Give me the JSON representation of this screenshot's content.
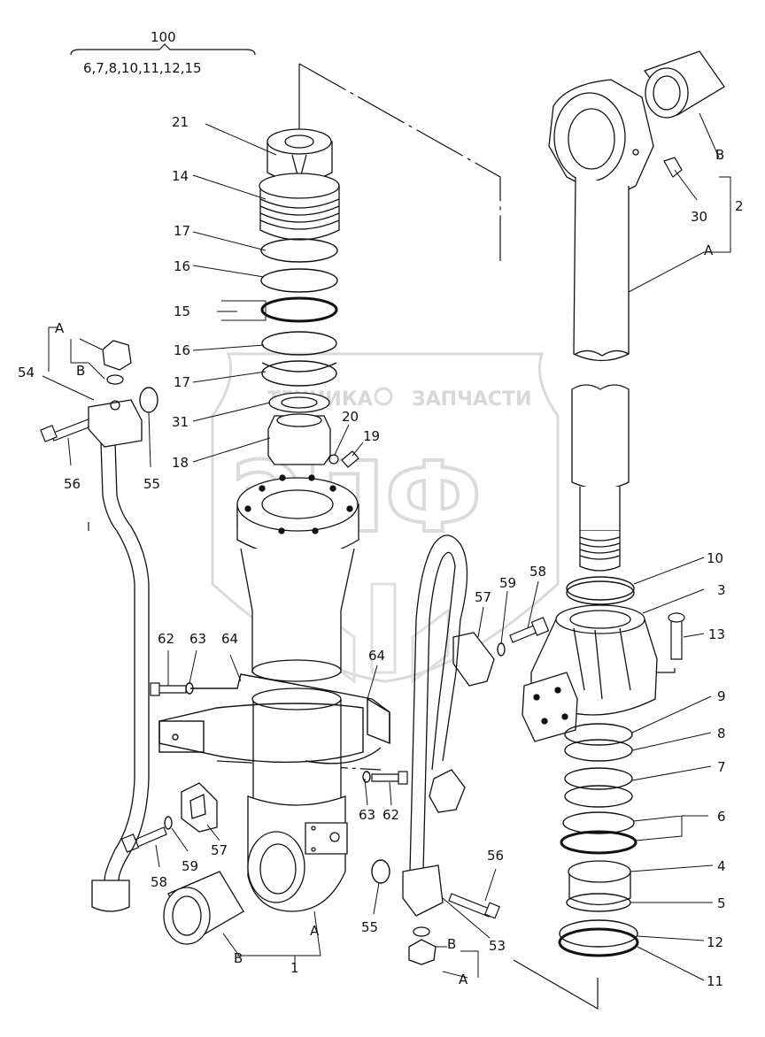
{
  "group_header": {
    "number": "100",
    "members": "6,7,8,10,11,12,15"
  },
  "watermark": {
    "left_word": "ТЕХНИКА",
    "right_word": "ЗАПЧАСТИ",
    "logo": "ЭПФ"
  },
  "callouts": {
    "c1": "1",
    "c2": "2",
    "c3": "3",
    "c4": "4",
    "c5": "5",
    "c6": "6",
    "c7": "7",
    "c8": "8",
    "c9": "9",
    "c10": "10",
    "c11": "11",
    "c12": "12",
    "c13": "13",
    "c14": "14",
    "c15": "15",
    "c16a": "16",
    "c16b": "16",
    "c17a": "17",
    "c17b": "17",
    "c18": "18",
    "c19": "19",
    "c20": "20",
    "c21": "21",
    "c30": "30",
    "c31": "31",
    "c53": "53",
    "c54": "54",
    "c55a": "55",
    "c55b": "55",
    "c56a": "56",
    "c56b": "56",
    "c57a": "57",
    "c57b": "57",
    "c58a": "58",
    "c58b": "58",
    "c59a": "59",
    "c59b": "59",
    "c62a": "62",
    "c62b": "62",
    "c63a": "63",
    "c63b": "63",
    "c64a": "64",
    "c64b": "64"
  },
  "letters": {
    "A_rod": "A",
    "B_rod": "B",
    "A_left": "A",
    "B_left": "B",
    "A_bottom": "A",
    "B_bottom": "B",
    "A_pipe": "A",
    "B_pipe": "B"
  },
  "colors": {
    "line": "#111111",
    "watermark": "#d6d6d6"
  }
}
